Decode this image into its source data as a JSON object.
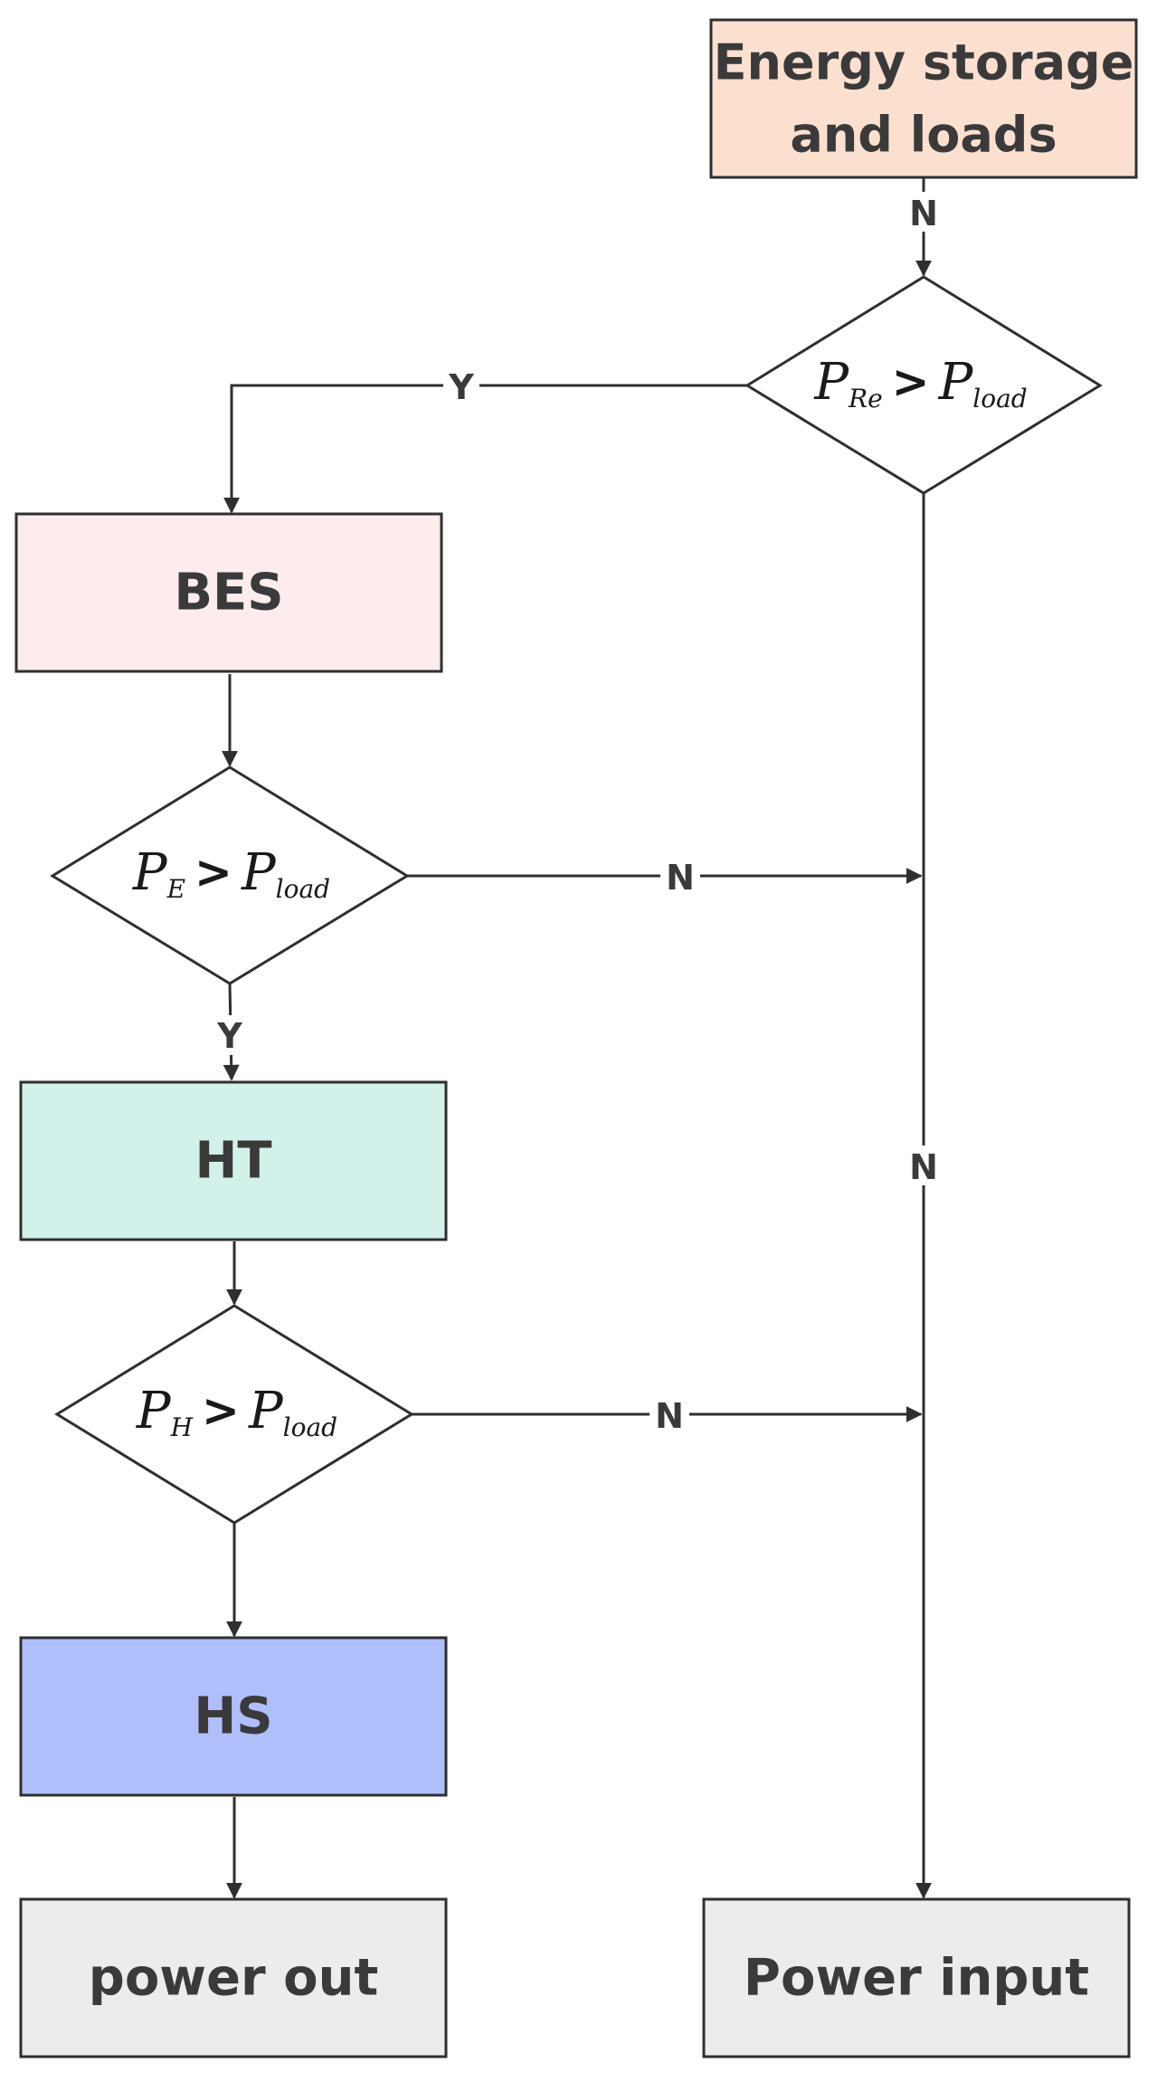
{
  "nodes": {
    "energy_storage": {
      "line1": "Energy storage",
      "line2": "and loads",
      "fill": "#fce0cf"
    },
    "bes": {
      "label": "BES",
      "fill": "#fcecec"
    },
    "ht": {
      "label": "HT",
      "fill": "#d2f1ea"
    },
    "hs": {
      "label": "HS",
      "fill": "#aebffb"
    },
    "power_out": {
      "label": "power out",
      "fill": "#ececec"
    },
    "power_input": {
      "label": "Power input",
      "fill": "#ececec"
    }
  },
  "decisions": {
    "d1": {
      "p": "P",
      "sub1": "Re",
      "op": ">",
      "p2": "P",
      "sub2": "load"
    },
    "d2": {
      "p": "P",
      "sub1": "E",
      "op": ">",
      "p2": "P",
      "sub2": "load"
    },
    "d3": {
      "p": "P",
      "sub1": "H",
      "op": ">",
      "p2": "P",
      "sub2": "load"
    }
  },
  "edges": {
    "e_storage_d1": "N",
    "e_d1_bes": "Y",
    "e_d2_ht": "Y",
    "e_d2_right": "N",
    "e_d3_right": "N",
    "e_d1_input": "N"
  }
}
